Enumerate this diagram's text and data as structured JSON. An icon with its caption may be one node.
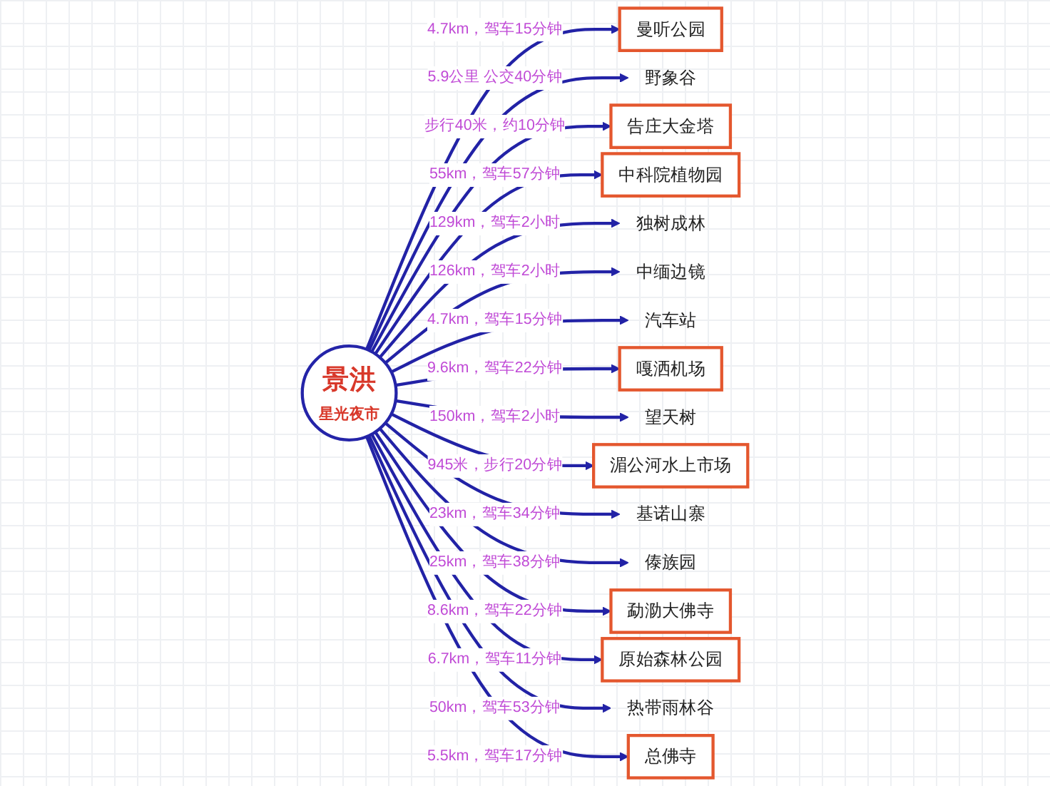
{
  "diagram": {
    "nodes": [
      {
        "text": [
          "景洪",
          "星光夜市"
        ]
      },
      {
        "text": [
          "曼听公园"
        ]
      },
      {
        "text": [
          "野象谷"
        ]
      },
      {
        "text": [
          "告庄大金塔"
        ]
      },
      {
        "text": [
          "中科院植物园"
        ]
      },
      {
        "text": [
          "独树成林"
        ]
      },
      {
        "text": [
          "中缅边镜"
        ]
      },
      {
        "text": [
          "汽车站"
        ]
      },
      {
        "text": [
          "嘎洒机场"
        ]
      },
      {
        "text": [
          "望天树"
        ]
      },
      {
        "text": [
          "湄公河水上市场"
        ]
      },
      {
        "text": [
          "基诺山寨"
        ]
      },
      {
        "text": [
          "傣族园"
        ]
      },
      {
        "text": [
          "勐泐大佛寺"
        ]
      },
      {
        "text": [
          "原始森林公园"
        ]
      },
      {
        "text": [
          "热带雨林谷"
        ]
      },
      {
        "text": [
          "总佛寺"
        ]
      }
    ],
    "edges": [
      {
        "from": 0,
        "to": 1,
        "arrow": "to",
        "label": "4.7km，驾车15分钟"
      },
      {
        "from": 0,
        "to": 2,
        "arrow": "to",
        "label": "5.9公里 公交40分钟"
      },
      {
        "from": 0,
        "to": 3,
        "arrow": "to",
        "label": "步行40米，约10分钟"
      },
      {
        "from": 0,
        "to": 4,
        "arrow": "to",
        "label": "55km，驾车57分钟"
      },
      {
        "from": 0,
        "to": 5,
        "arrow": "to",
        "label": "129km，驾车2小时"
      },
      {
        "from": 0,
        "to": 6,
        "arrow": "to",
        "label": "126km，驾车2小时"
      },
      {
        "from": 0,
        "to": 7,
        "arrow": "to",
        "label": "4.7km，驾车15分钟"
      },
      {
        "from": 0,
        "to": 8,
        "arrow": "to",
        "label": "9.6km，驾车22分钟"
      },
      {
        "from": 0,
        "to": 9,
        "arrow": "to",
        "label": "150km，驾车2小时"
      },
      {
        "from": 0,
        "to": 10,
        "arrow": "to",
        "label": "945米，步行20分钟"
      },
      {
        "from": 0,
        "to": 11,
        "arrow": "to",
        "label": "23km，驾车34分钟"
      },
      {
        "from": 0,
        "to": 12,
        "arrow": "to",
        "label": "25km，驾车38分钟"
      },
      {
        "from": 0,
        "to": 13,
        "arrow": "to",
        "label": "8.6km，驾车22分钟"
      },
      {
        "from": 0,
        "to": 14,
        "arrow": "to",
        "label": "6.7km，驾车11分钟"
      },
      {
        "from": 0,
        "to": 15,
        "arrow": "to",
        "label": "50km，驾车53分钟"
      },
      {
        "from": 0,
        "to": 16,
        "arrow": "to",
        "label": "5.5km，驾车17分钟"
      }
    ]
  }
}
